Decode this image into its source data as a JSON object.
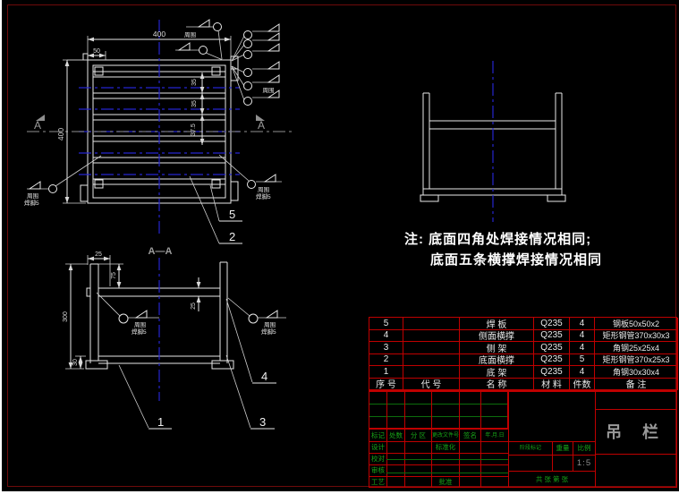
{
  "notes": {
    "line1": "注: 底面四角处焊接情况相同;",
    "line2": "底面五条横撑焊接情况相同"
  },
  "plan_view": {
    "dim_width": "400",
    "dim_corner": "50",
    "dim_height": "400",
    "dim_space1": "35",
    "dim_space2": "35",
    "dim_space3": "37.5",
    "section_letter_left": "A",
    "section_letter_right": "A",
    "balloon_top": "5",
    "balloon_bottom": "2",
    "weld_top_label": "周围",
    "weld_right_label": "周围",
    "weld_bl_line1": "周围",
    "weld_bl_line2": "焊脚5",
    "weld_br_line1": "周围",
    "weld_br_line2": "焊脚5"
  },
  "section_view": {
    "title": "A—A",
    "dim_offset": "25",
    "dim_rail_top": "75",
    "dim_height": "300",
    "dim_bottom": "30",
    "dim_rail": "25",
    "balloon_frame": "1",
    "balloon_side": "3",
    "balloon_rail": "4",
    "weld_left_line1": "周围",
    "weld_left_line2": "焊脚5",
    "weld_right_line1": "周围",
    "weld_right_line2": "焊脚5"
  },
  "bom": {
    "headers": {
      "no": "序 号",
      "code": "代 号",
      "name": "名 称",
      "material": "材 料",
      "qty": "件数",
      "remark": "备 注"
    },
    "rows": [
      {
        "no": "5",
        "code": "",
        "name": "焊  板",
        "material": "Q235",
        "qty": "4",
        "remark": "钢板50x50x2"
      },
      {
        "no": "4",
        "code": "",
        "name": "侧面横撑",
        "material": "Q235",
        "qty": "4",
        "remark": "矩形钢管370x30x3"
      },
      {
        "no": "3",
        "code": "",
        "name": "侧  架",
        "material": "Q235",
        "qty": "4",
        "remark": "角钢25x25x4"
      },
      {
        "no": "2",
        "code": "",
        "name": "底面横撑",
        "material": "Q235",
        "qty": "5",
        "remark": "矩形钢管370x25x3"
      },
      {
        "no": "1",
        "code": "",
        "name": "底  架",
        "material": "Q235",
        "qty": "4",
        "remark": "角钢30x30x4"
      }
    ]
  },
  "titleblock": {
    "rev_mark": "标记",
    "rev_count": "处数",
    "rev_zone": "分 区",
    "rev_doc": "更改文件号",
    "rev_sign": "签名",
    "rev_date": "年.月.日",
    "role_design": "设计",
    "role_check": "校对",
    "role_audit": "审核",
    "role_process": "工艺",
    "role_standard": "标准化",
    "role_approve": "批准",
    "stage_label": "阶段标记",
    "weight_label": "重量",
    "scale_label": "比例",
    "scale_value": "1:5",
    "sheets_label": "共  张  第  张",
    "title": "吊  栏"
  },
  "colors": {
    "line": "#e8e8e8",
    "centerline": "#2525cf",
    "table_border": "#bf0000",
    "label_green": "#18a518",
    "sheet_frame": "#6e0a0a"
  }
}
